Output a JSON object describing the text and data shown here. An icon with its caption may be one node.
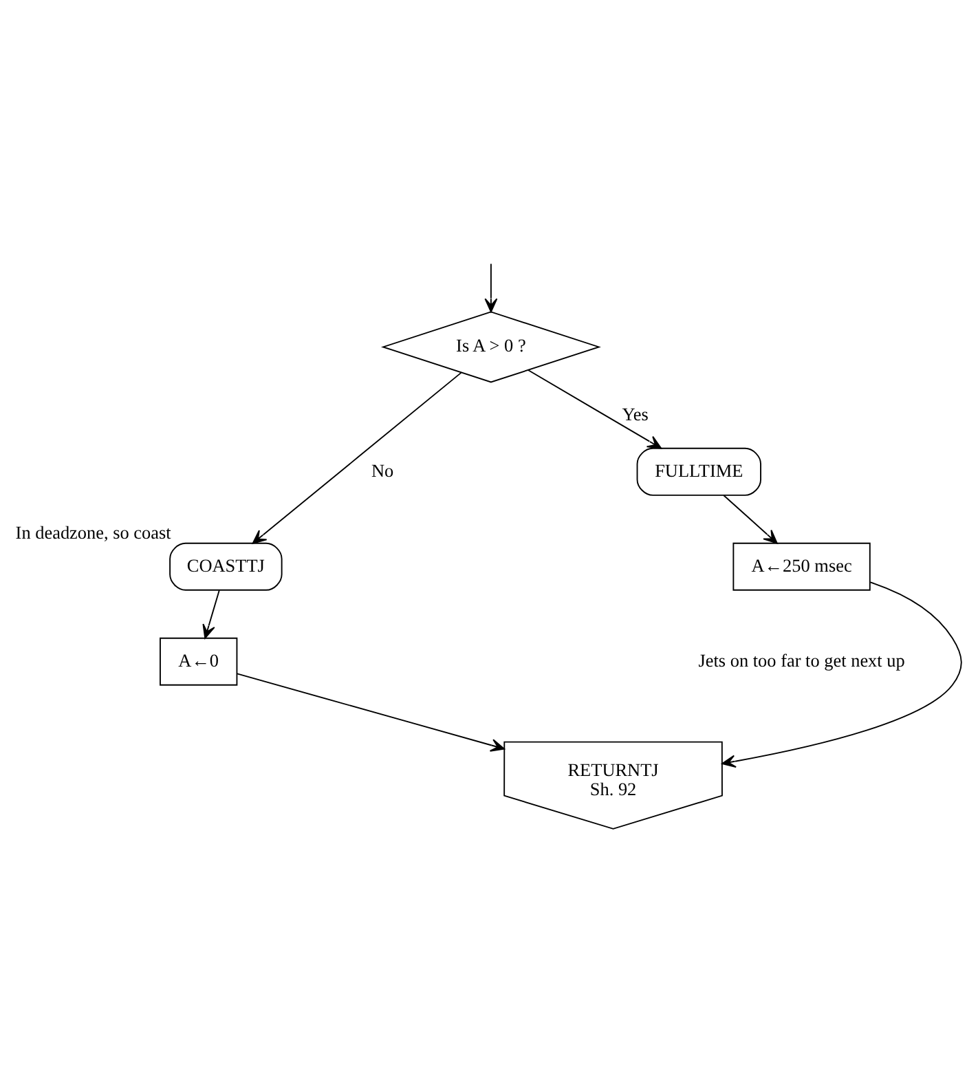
{
  "diagram": {
    "nodes": [
      {
        "text": [
          "Is A > 0 ?"
        ]
      },
      {
        "text": [
          "FULLTIME"
        ]
      },
      {
        "text": [
          "COASTTJ"
        ],
        "beside": [
          "In deadzone, so coast"
        ]
      },
      {
        "text": [
          "A←250 msec"
        ]
      },
      {
        "text": [
          "A←0"
        ]
      },
      {
        "text": [
          "RETURNTJ",
          "Sh. 92"
        ]
      }
    ],
    "edges": [
      {
        "from": null,
        "to": 0,
        "arrow": "to"
      },
      {
        "from": 0,
        "to": 1,
        "label": "Yes",
        "arrow": "to"
      },
      {
        "from": 0,
        "to": 2,
        "label": "No",
        "arrow": "to"
      },
      {
        "from": 1,
        "to": 3,
        "arrow": "to"
      },
      {
        "from": 2,
        "to": 4,
        "arrow": "to"
      },
      {
        "from": 4,
        "to": 5,
        "arrow": "to"
      },
      {
        "from": 3,
        "to": 5,
        "arrow": "to"
      }
    ],
    "labels": [
      "Jets on too far to get next up"
    ]
  }
}
